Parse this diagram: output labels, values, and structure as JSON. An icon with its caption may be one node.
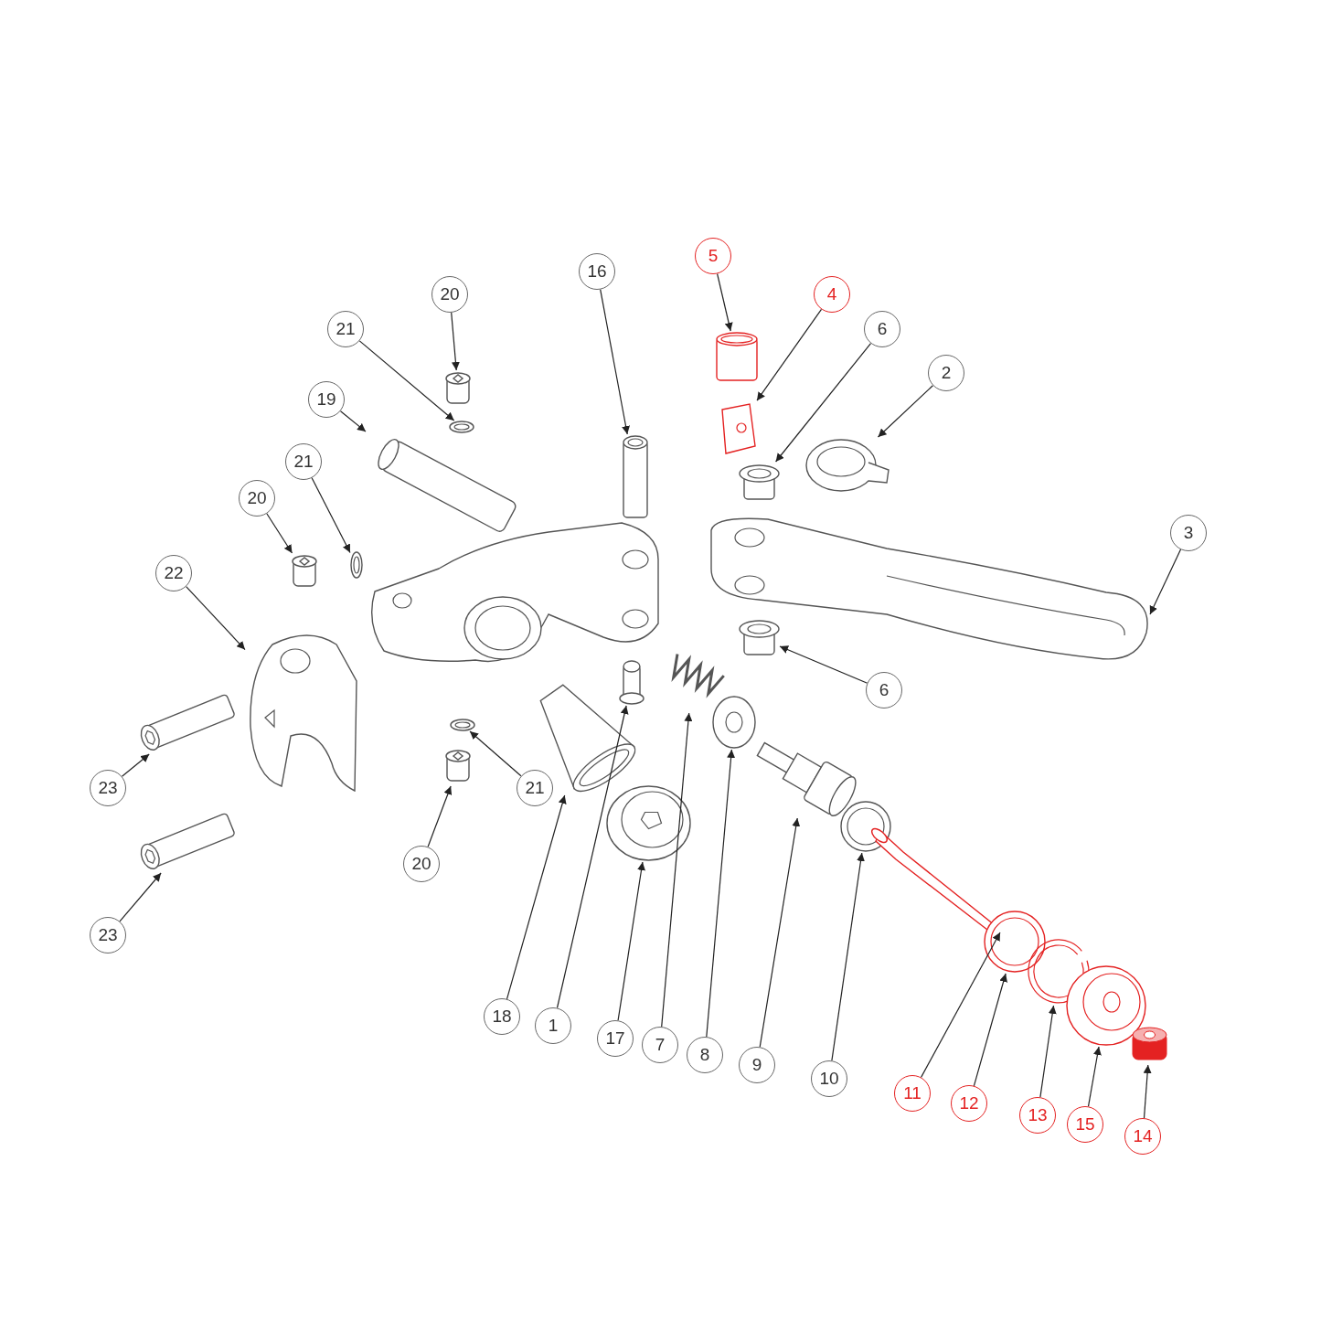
{
  "diagram": {
    "nodes": [
      {
        "text": [
          "20"
        ]
      },
      {
        "text": [
          "21"
        ]
      },
      {
        "text": [
          "19"
        ]
      },
      {
        "text": [
          "16"
        ]
      },
      {
        "text": [
          "5"
        ]
      },
      {
        "text": [
          "4"
        ]
      },
      {
        "text": [
          "6"
        ]
      },
      {
        "text": [
          "2"
        ]
      },
      {
        "text": [
          "3"
        ]
      },
      {
        "text": [
          "21"
        ]
      },
      {
        "text": [
          "20"
        ]
      },
      {
        "text": [
          "22"
        ]
      },
      {
        "text": [
          "6"
        ]
      },
      {
        "text": [
          "23"
        ]
      },
      {
        "text": [
          "21"
        ]
      },
      {
        "text": [
          "20"
        ]
      },
      {
        "text": [
          "23"
        ]
      },
      {
        "text": [
          "18"
        ]
      },
      {
        "text": [
          "1"
        ]
      },
      {
        "text": [
          "17"
        ]
      },
      {
        "text": [
          "7"
        ]
      },
      {
        "text": [
          "8"
        ]
      },
      {
        "text": [
          "9"
        ]
      },
      {
        "text": [
          "10"
        ]
      },
      {
        "text": [
          "11"
        ]
      },
      {
        "text": [
          "12"
        ]
      },
      {
        "text": [
          "13"
        ]
      },
      {
        "text": [
          "15"
        ]
      },
      {
        "text": [
          "14"
        ]
      },
      {
        "text": [],
        "shape": "cylinder"
      },
      {
        "text": [],
        "shape": "circle"
      },
      {
        "text": [],
        "shape": "picture"
      },
      {
        "text": [],
        "shape": "cylinder"
      },
      {
        "text": [],
        "shape": "cylinder"
      },
      {
        "text": [],
        "shape": "picture"
      },
      {
        "text": [],
        "shape": "cylinder"
      },
      {
        "text": [],
        "shape": "picture"
      },
      {
        "text": [],
        "shape": "picture"
      },
      {
        "text": [],
        "shape": "circle"
      },
      {
        "text": [],
        "shape": "cylinder"
      },
      {
        "text": [],
        "shape": "picture"
      },
      {
        "text": [],
        "shape": "cylinder"
      },
      {
        "text": [],
        "shape": "picture"
      },
      {
        "text": [],
        "shape": "circle"
      },
      {
        "text": [],
        "shape": "cylinder"
      },
      {
        "text": [],
        "shape": "picture"
      },
      {
        "text": [],
        "shape": "picture"
      },
      {
        "text": [],
        "shape": "cylinder"
      },
      {
        "text": [],
        "shape": "picture"
      },
      {
        "text": [],
        "shape": "picture"
      },
      {
        "text": [],
        "shape": "circle"
      },
      {
        "text": [],
        "shape": "picture"
      },
      {
        "text": [],
        "shape": "circle"
      },
      {
        "text": [],
        "shape": "picture"
      },
      {
        "text": [],
        "shape": "circle"
      },
      {
        "text": [],
        "shape": "picture"
      },
      {
        "text": [],
        "shape": "picture"
      },
      {
        "text": [],
        "shape": "cylinder"
      }
    ],
    "edges": [
      {
        "from": 0,
        "to": 29,
        "arrow": "to"
      },
      {
        "from": 1,
        "to": 30,
        "arrow": "to"
      },
      {
        "from": 2,
        "to": 31,
        "arrow": "to"
      },
      {
        "from": 3,
        "to": 32,
        "arrow": "to"
      },
      {
        "from": 4,
        "to": 33,
        "arrow": "to"
      },
      {
        "from": 5,
        "to": 34,
        "arrow": "to"
      },
      {
        "from": 6,
        "to": 35,
        "arrow": "to"
      },
      {
        "from": 7,
        "to": 36,
        "arrow": "to"
      },
      {
        "from": 8,
        "to": 37,
        "arrow": "to"
      },
      {
        "from": 9,
        "to": 38,
        "arrow": "to"
      },
      {
        "from": 10,
        "to": 39,
        "arrow": "to"
      },
      {
        "from": 11,
        "to": 40,
        "arrow": "to"
      },
      {
        "from": 12,
        "to": 41,
        "arrow": "to"
      },
      {
        "from": 13,
        "to": 42,
        "arrow": "to"
      },
      {
        "from": 14,
        "to": 43,
        "arrow": "to"
      },
      {
        "from": 15,
        "to": 44,
        "arrow": "to"
      },
      {
        "from": 16,
        "to": 45,
        "arrow": "to"
      },
      {
        "from": 17,
        "to": 46,
        "arrow": "to"
      },
      {
        "from": 18,
        "to": 47,
        "arrow": "to"
      },
      {
        "from": 19,
        "to": 48,
        "arrow": "to"
      },
      {
        "from": 20,
        "to": 49,
        "arrow": "to"
      },
      {
        "from": 21,
        "to": 50,
        "arrow": "to"
      },
      {
        "from": 22,
        "to": 51,
        "arrow": "to"
      },
      {
        "from": 23,
        "to": 52,
        "arrow": "to"
      },
      {
        "from": 24,
        "to": 53,
        "arrow": "to"
      },
      {
        "from": 25,
        "to": 54,
        "arrow": "to"
      },
      {
        "from": 26,
        "to": 55,
        "arrow": "to"
      },
      {
        "from": 27,
        "to": 56,
        "arrow": "to"
      },
      {
        "from": 28,
        "to": 57,
        "arrow": "to"
      }
    ]
  }
}
